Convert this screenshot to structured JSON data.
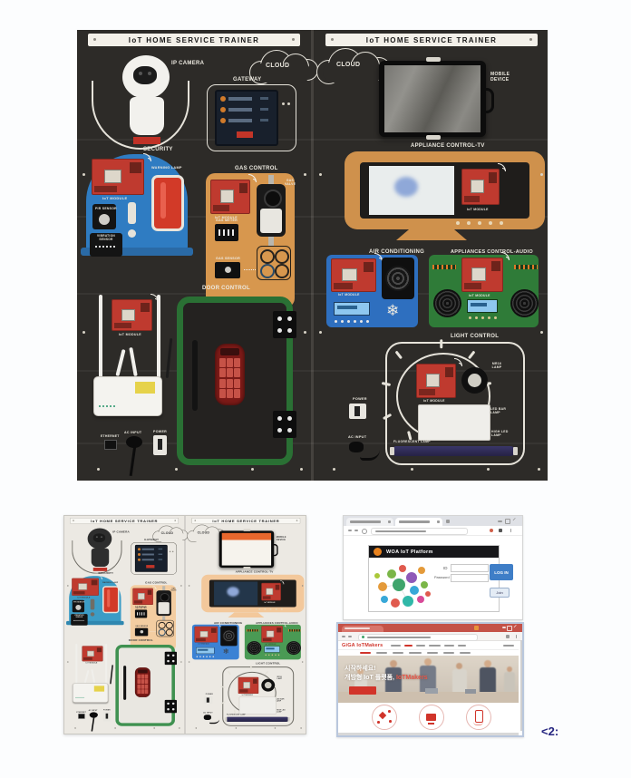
{
  "figures": {
    "trainer": {
      "header_title": "IoT HOME SERVICE TRAINER",
      "cloud": "CLOUD",
      "ip_camera": "IP CAMERA",
      "gateway": "GATEWAY",
      "security": "SECURITY",
      "warning_lamp": "WARNING LAMP",
      "iot_module": "IoT MODULE",
      "pir_sensor": "PIR SENSOR",
      "vibration_sensor": "VIBRATION SENSOR",
      "gas_control": "GAS CONTROL",
      "gas_valve": "GAS VALVE",
      "gas_meter": "GAS METER",
      "gas_sensor": "GAS SENSOR",
      "door_control": "DOOR CONTROL",
      "ethernet": "ETHERNET",
      "ac_input": "AC INPUT",
      "power": "POWER",
      "mobile_device": "MOBILE DEVICE",
      "appliance_tv": "APPLIANCE CONTROL-TV",
      "air_conditioning": "AIR CONDITIONING",
      "appliances_audio": "APPLIANCES CONTROL-AUDIO",
      "light_control": "LIGHT CONTROL",
      "mr16_lamp": "MR16 LAMP",
      "led_bar_lamp": "LED BAR LAMP",
      "high_led_lamp": "HIGH LED LAMP",
      "fluorescent_lamp": "FLUORESCENT LAMP"
    },
    "platform": {
      "woa_title": "WOA IoT Platform",
      "id_label": "ID",
      "password_label": "Password",
      "login_button": "LOG IN",
      "join_button": "Join",
      "makers_logo": "GiGA IoTMakers",
      "headline_line1": "시작하세요!",
      "headline_line2a": "개방형 IoT 플랫폼,",
      "headline_line2b": "IoTMakers"
    }
  },
  "caption": "<2:",
  "icons": {
    "snowflake": "❄"
  },
  "colors": {
    "panel_black": "#2d2b28",
    "security_blue": "#2f7cc2",
    "gas_orange": "#d7974e",
    "door_green": "#2a7034",
    "tv_orange": "#cf914c",
    "aircon_blue": "#2e6fbf",
    "audio_green": "#2f7b38",
    "board_red": "#bf3a2f",
    "login_blue": "#3f7ec7",
    "iotmakers_red": "#d0342a",
    "caption_navy": "#252580"
  }
}
